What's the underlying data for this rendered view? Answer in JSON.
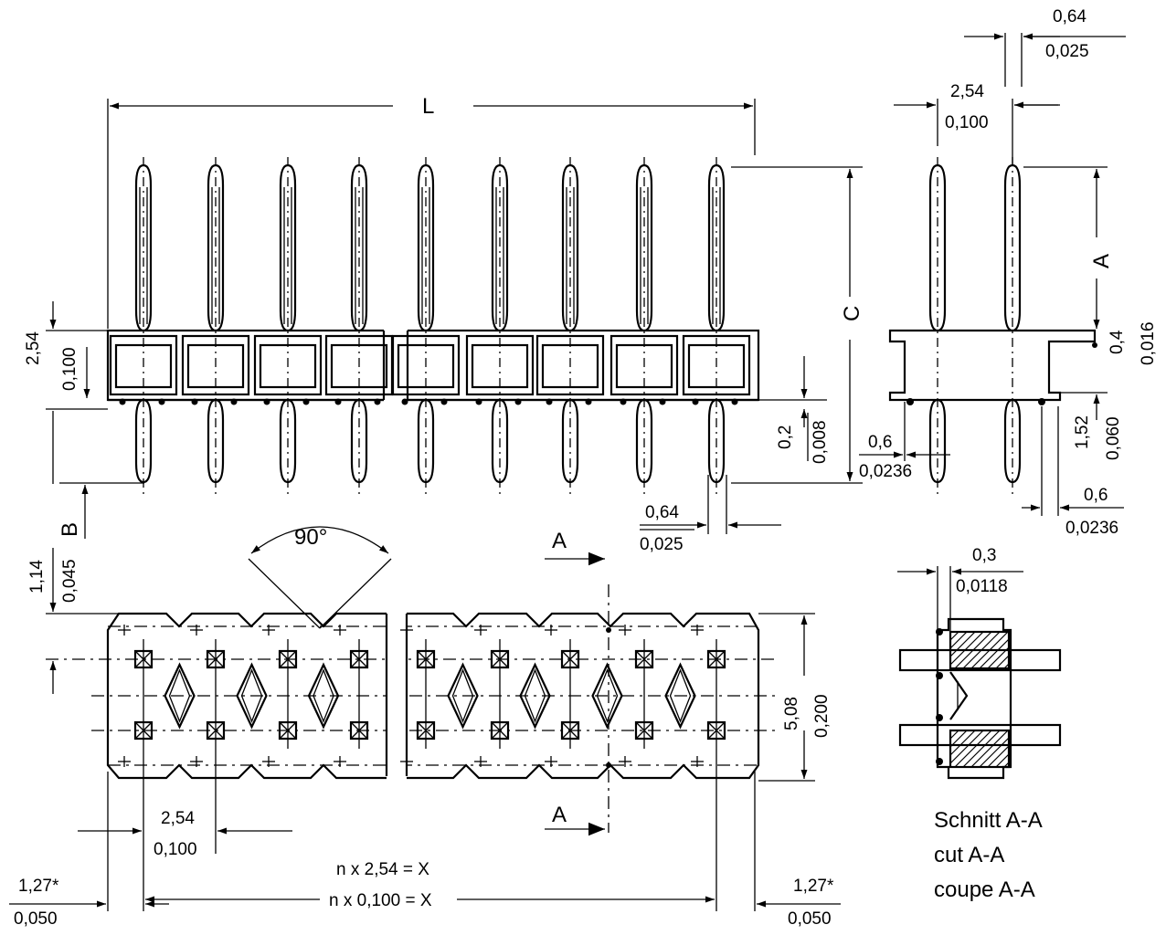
{
  "dimensions": {
    "top_pitch_mm": "0,64",
    "top_pitch_in": "0,025",
    "side_pitch_mm": "2,54",
    "side_pitch_in": "0,100",
    "length": "L",
    "height_A": "A",
    "height_B": "B",
    "height_C": "C",
    "body_height_mm": "2,54",
    "body_height_in": "0,100",
    "standoff_mm": "0,2",
    "standoff_in": "0,008",
    "slot_mm": "0,4",
    "slot_in": "0,016",
    "shoulder_mm": "1,52",
    "shoulder_in": "0,060",
    "post_gap_mm": "0,6",
    "post_gap_in": "0,0236",
    "post_gap2_mm": "0,6",
    "post_gap2_in": "0,0236",
    "pin_bottom_mm": "0,64",
    "pin_bottom_in": "0,025",
    "angle": "90°",
    "section_marker_top": "A",
    "section_marker_bottom": "A",
    "offset_mm": "1,14",
    "offset_in": "0,045",
    "row_spacing_mm": "5,08",
    "row_spacing_in": "0,200",
    "plan_pitch_mm": "2,54",
    "plan_pitch_in": "0,100",
    "edge_left_mm": "1,27*",
    "edge_left_in": "0,050",
    "edge_right_mm": "1,27*",
    "edge_right_in": "0,050",
    "total_mm": "n x 2,54 = X",
    "total_in": "n x 0,100 = X",
    "section_wall_mm": "0,3",
    "section_wall_in": "0,0118"
  },
  "section_caption": {
    "de": "Schnitt A-A",
    "en": "cut A-A",
    "fr": "coupe A-A"
  }
}
